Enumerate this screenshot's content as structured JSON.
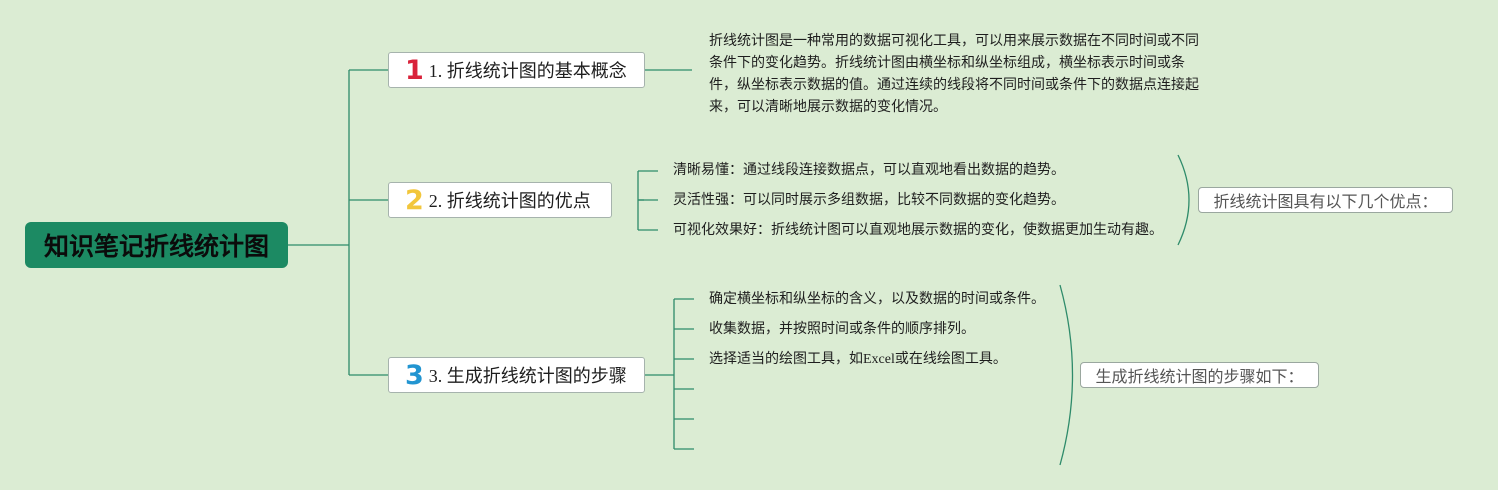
{
  "root": {
    "title": "知识笔记折线统计图"
  },
  "branches": [
    {
      "number": "1",
      "label": "1. 折线统计图的基本概念",
      "paragraph": "折线统计图是一种常用的数据可视化工具，可以用来展示数据在不同时间或不同条件下的变化趋势。折线统计图由横坐标和纵坐标组成，横坐标表示时间或条件，纵坐标表示数据的值。通过连续的线段将不同时间或条件下的数据点连接起来，可以清晰地展示数据的变化情况。"
    },
    {
      "number": "2",
      "label": "2. 折线统计图的优点",
      "items": [
        "清晰易懂：通过线段连接数据点，可以直观地看出数据的趋势。",
        "灵活性强：可以同时展示多组数据，比较不同数据的变化趋势。",
        "可视化效果好：折线统计图可以直观地展示数据的变化，使数据更加生动有趣。"
      ],
      "summary": "折线统计图具有以下几个优点："
    },
    {
      "number": "3",
      "label": "3. 生成折线统计图的步骤",
      "items": [
        "确定横坐标和纵坐标的含义，以及数据的时间或条件。",
        "收集数据，并按照时间或条件的顺序排列。",
        "选择适当的绘图工具，如Excel或在线绘图工具。",
        "",
        "",
        ""
      ],
      "summary": "生成折线统计图的步骤如下："
    }
  ],
  "colors": {
    "background": "#dbecd3",
    "root_fill": "#1c8a63",
    "connector": "#2e8b6a",
    "number_1": "#d9223a",
    "number_2": "#f2c63b",
    "number_3": "#2295d1"
  }
}
